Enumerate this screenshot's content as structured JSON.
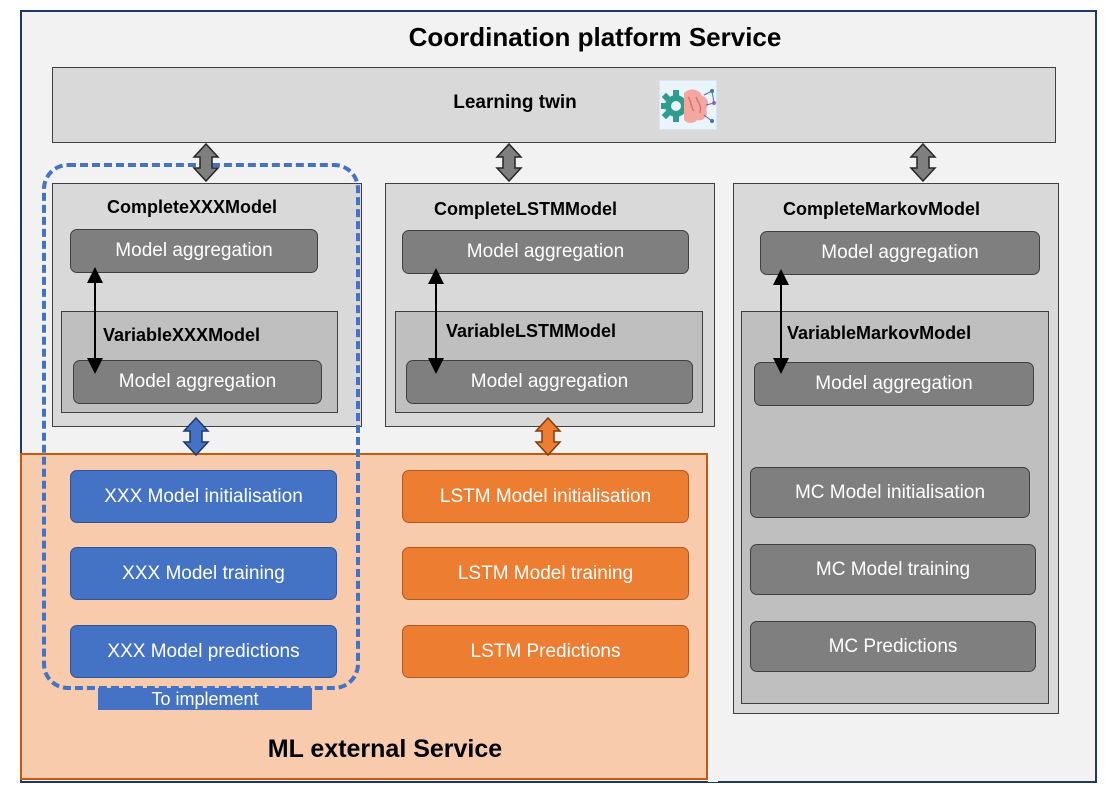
{
  "coordination_service": {
    "title": "Coordination platform Service",
    "learning_twin_label": "Learning twin"
  },
  "columns": {
    "xxx": {
      "complete_title": "CompleteXXXModel",
      "aggregation": "Model aggregation",
      "variable_title": "VariableXXXModel",
      "variable_aggregation": "Model aggregation"
    },
    "lstm": {
      "complete_title": "CompleteLSTMModel",
      "aggregation": "Model aggregation",
      "variable_title": "VariableLSTMModel",
      "variable_aggregation": "Model aggregation"
    },
    "markov": {
      "complete_title": "CompleteMarkovModel",
      "aggregation": "Model aggregation",
      "variable_title": "VariableMarkovModel",
      "variable_aggregation": "Model aggregation",
      "initialisation": "MC Model initialisation",
      "training": "MC Model training",
      "predictions": "MC Predictions"
    }
  },
  "ml_service": {
    "title": "ML external Service",
    "xxx": {
      "initialisation": "XXX Model initialisation",
      "training": "XXX Model training",
      "predictions": "XXX Model predictions"
    },
    "lstm": {
      "initialisation": "LSTM Model initialisation",
      "training": "LSTM Model training",
      "predictions": "LSTM Predictions"
    }
  },
  "to_implement_label": "To implement",
  "colors": {
    "coordination_bg": "#f2f2f2",
    "coordination_border": "#203864",
    "ml_bg": "#f8cbad",
    "ml_border": "#c55a11",
    "gray_box": "#7f7f7f",
    "blue_box": "#4472c4",
    "orange_box": "#ed7d31"
  },
  "icons": {
    "learning_twin": "brain-gear-icon"
  }
}
